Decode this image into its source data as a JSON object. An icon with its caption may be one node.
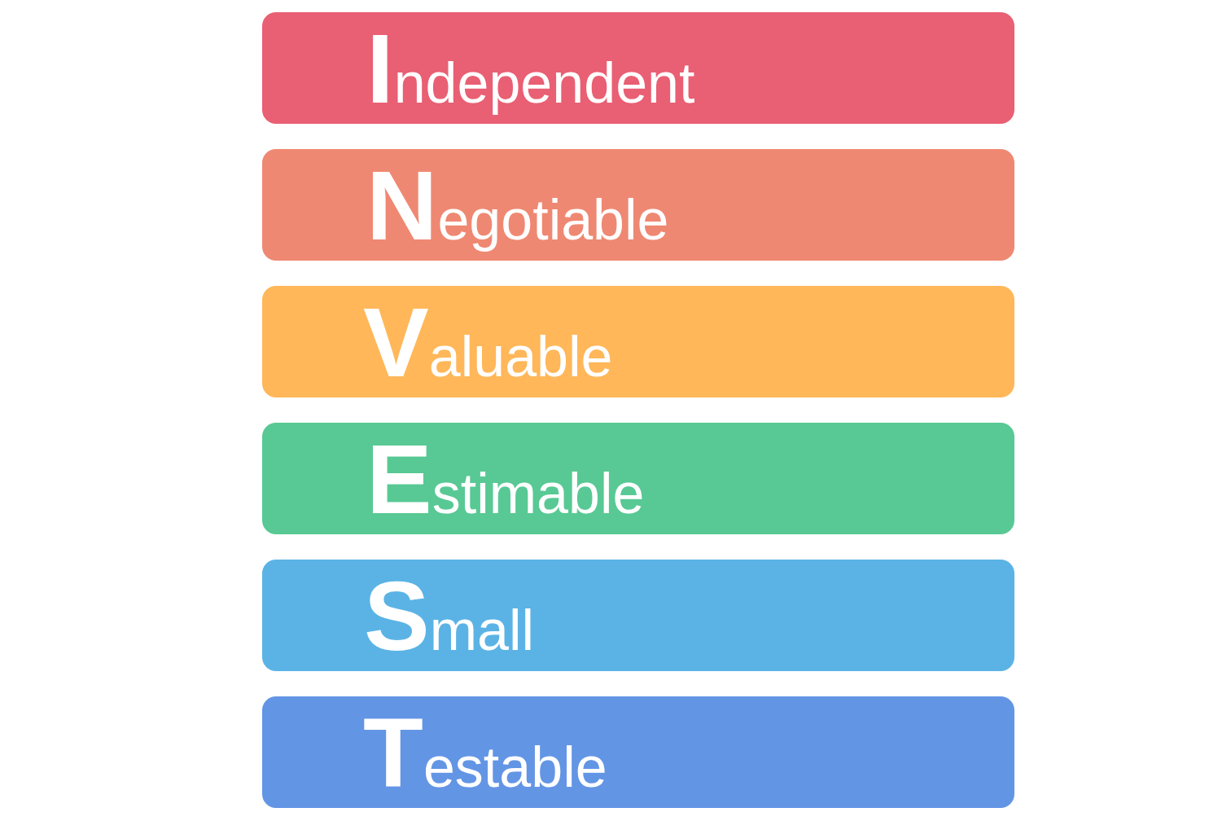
{
  "diagram": {
    "nodes": [
      {
        "text": [
          "**I**ndependent"
        ]
      },
      {
        "text": [
          "**N**egotiable"
        ]
      },
      {
        "text": [
          "**V**aluable"
        ]
      },
      {
        "text": [
          "**E**stimable"
        ]
      },
      {
        "text": [
          "**S**mall"
        ]
      },
      {
        "text": [
          "**T**estable"
        ]
      }
    ]
  }
}
